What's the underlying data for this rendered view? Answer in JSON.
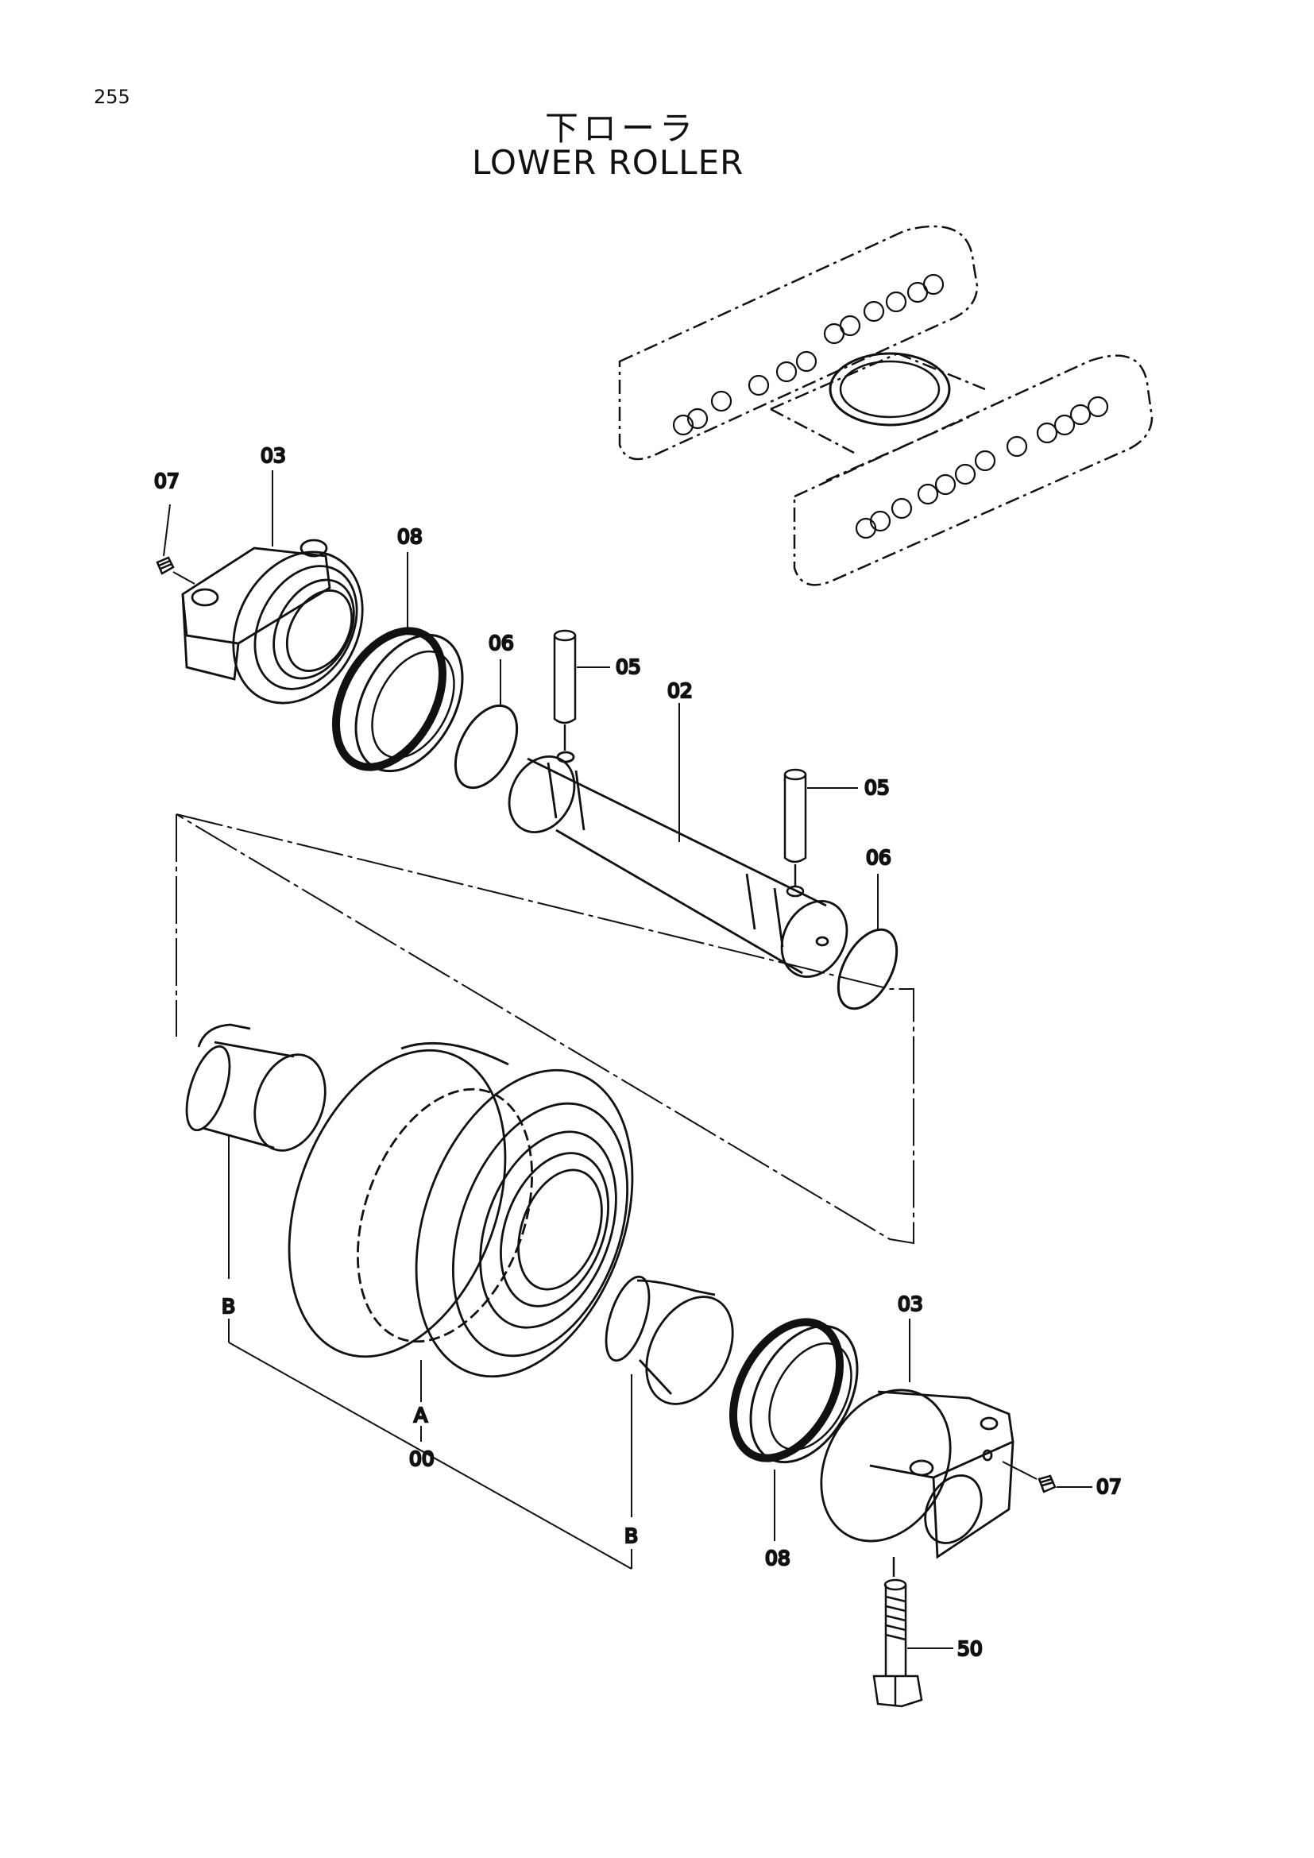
{
  "page": {
    "number": "255"
  },
  "title": {
    "japanese": "下ローラ",
    "english": "LOWER ROLLER"
  },
  "callouts": {
    "c07_top": "07",
    "c03_top": "03",
    "c08_top": "08",
    "c06_top": "06",
    "c05_top": "05",
    "c02": "02",
    "c05_mid": "05",
    "c06_mid": "06",
    "cB_left": "B",
    "cA": "A",
    "c00": "00",
    "cB_right": "B",
    "c08_bottom": "08",
    "c03_bottom": "03",
    "c07_bottom": "07",
    "c50": "50"
  }
}
